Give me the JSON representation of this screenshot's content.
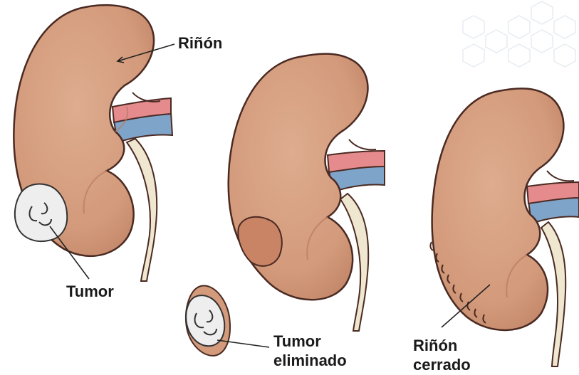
{
  "labels": {
    "kidney": "Riñón",
    "tumor": "Tumor",
    "tumor_removed_line1": "Tumor",
    "tumor_removed_line2": "eliminado",
    "closed_kidney_line1": "Riñón",
    "closed_kidney_line2": "cerrado"
  },
  "colors": {
    "kidney": "#d39a7b",
    "kidney_shadow": "#b97a5d",
    "kidney_outline": "#4a2a22",
    "ureter": "#efe7cf",
    "artery": "#e58b8e",
    "vein": "#7fa4c9",
    "tumor": "#eeeeee",
    "background_pattern": "#e9eef2"
  }
}
